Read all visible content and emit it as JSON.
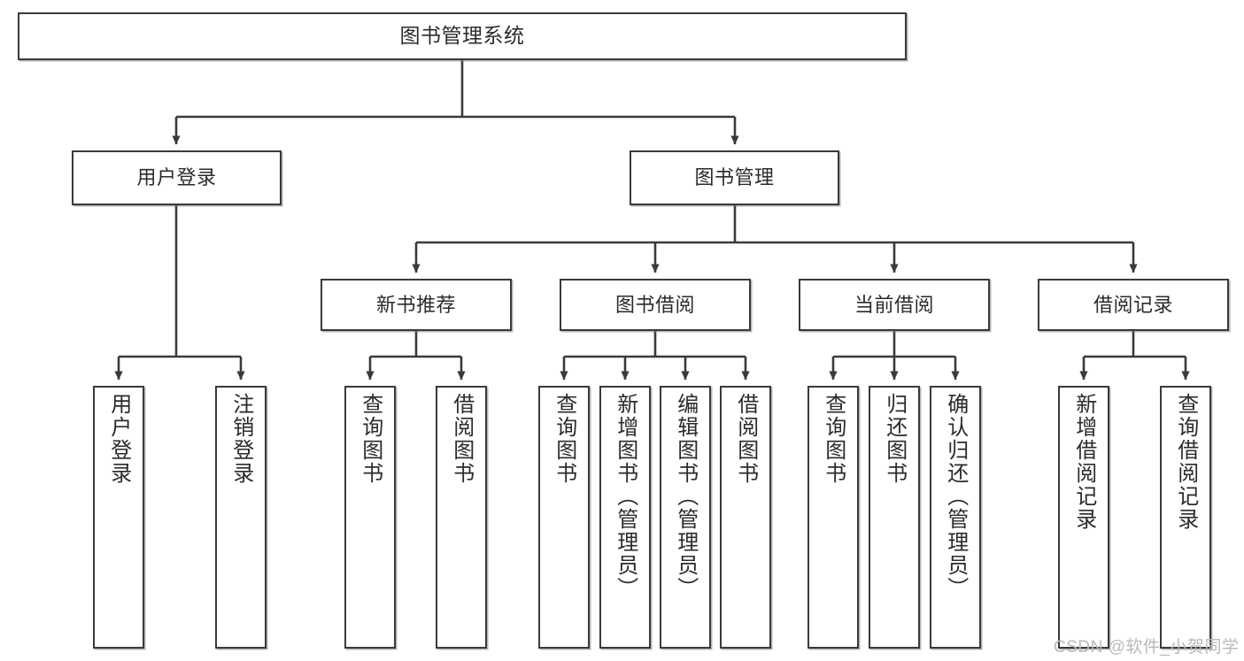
{
  "diagram": {
    "type": "tree",
    "title": "图书管理系统",
    "colors": {
      "box_border": "#3a3a3a",
      "box_fill": "#ffffff",
      "connector": "#3a3a3a",
      "text": "#2b2b2b",
      "watermark": "#b9b9b9"
    },
    "root": {
      "label": "图书管理系统"
    },
    "level2": [
      {
        "label": "用户登录"
      },
      {
        "label": "图书管理"
      }
    ],
    "level3": [
      {
        "label": "新书推荐"
      },
      {
        "label": "图书借阅"
      },
      {
        "label": "当前借阅"
      },
      {
        "label": "借阅记录"
      }
    ],
    "leaves": {
      "user_login": [
        {
          "label": "用户登录"
        },
        {
          "label": "注销登录"
        }
      ],
      "new_book": [
        {
          "label": "查询图书"
        },
        {
          "label": "借阅图书"
        }
      ],
      "book_borrow": [
        {
          "label": "查询图书"
        },
        {
          "label": "新增图书（管理员）"
        },
        {
          "label": "编辑图书（管理员）"
        },
        {
          "label": "借阅图书"
        }
      ],
      "current_borrow": [
        {
          "label": "查询图书"
        },
        {
          "label": "归还图书"
        },
        {
          "label": "确认归还（管理员）"
        }
      ],
      "borrow_record": [
        {
          "label": "新增借阅记录"
        },
        {
          "label": "查询借阅记录"
        }
      ]
    }
  },
  "watermark": {
    "text": "CSDN @软件_小贺同学"
  }
}
